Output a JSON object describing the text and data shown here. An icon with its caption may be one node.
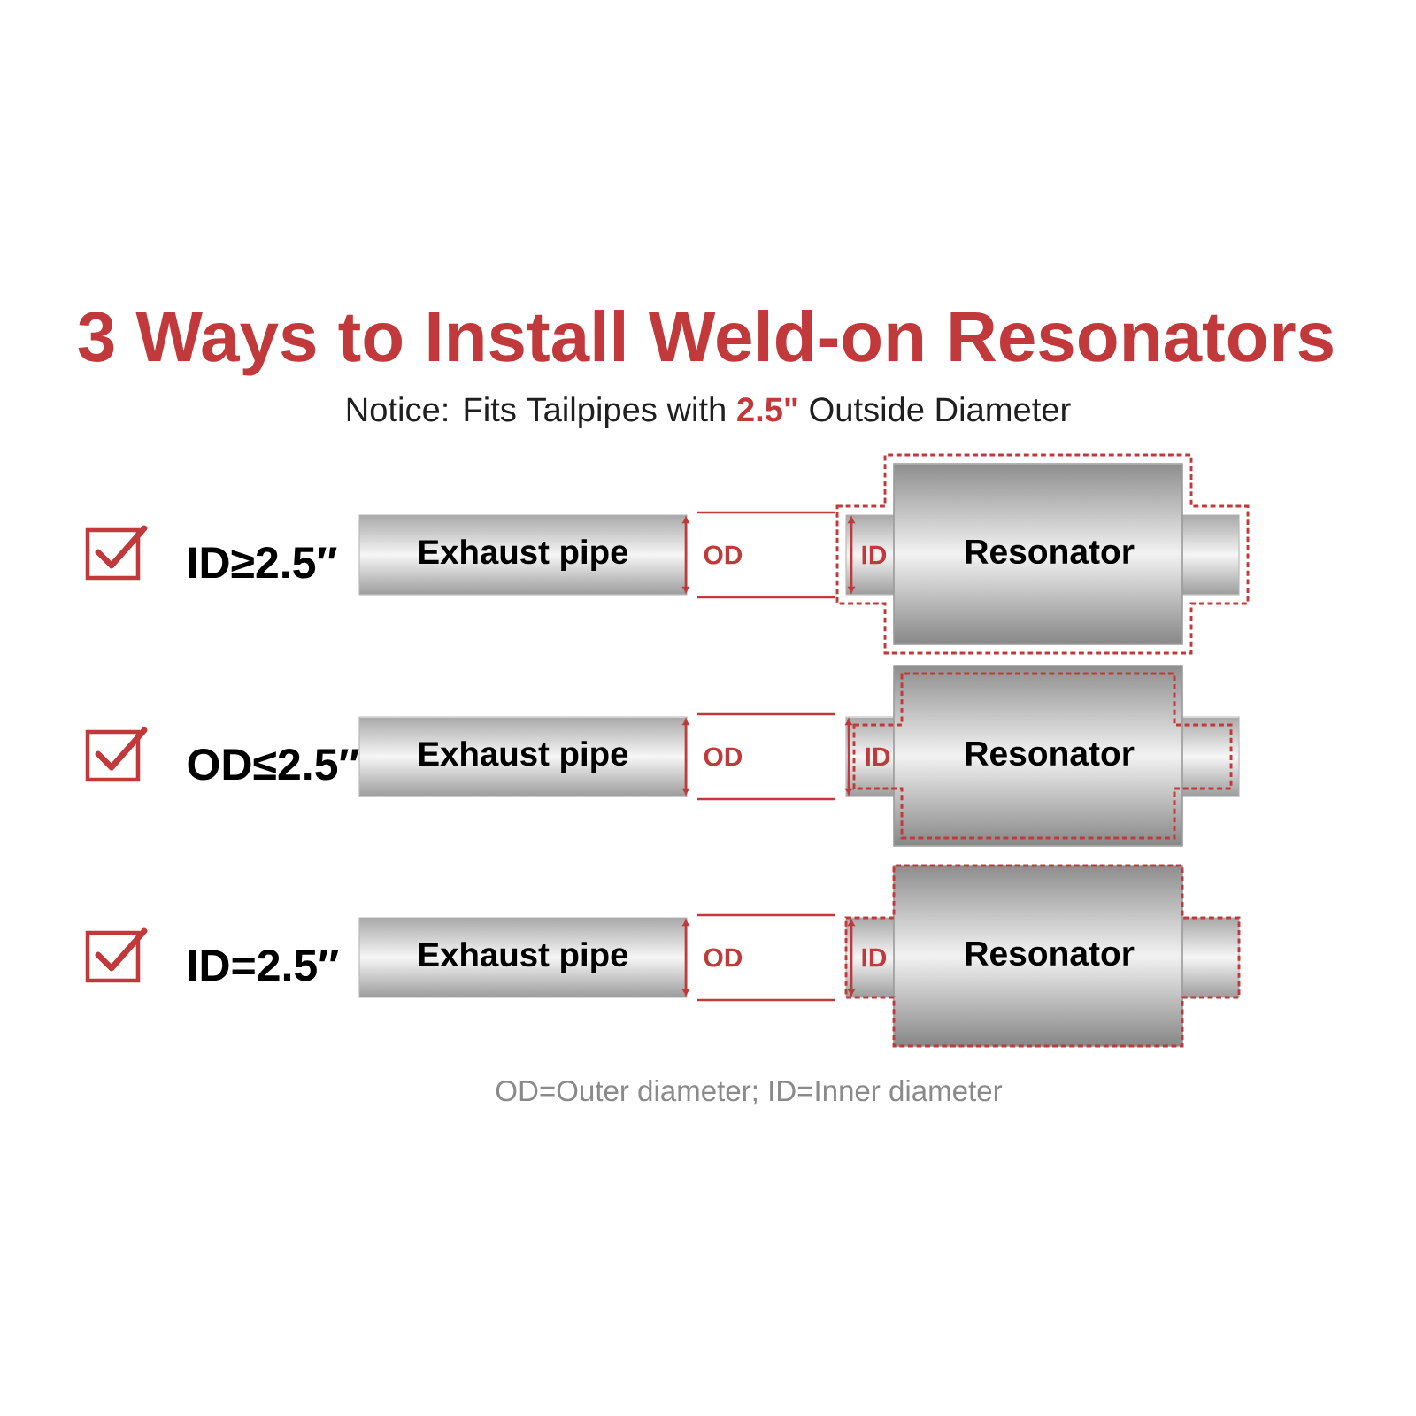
{
  "diagram": {
    "title": "3 Ways to Install Weld-on Resonators",
    "caption": "OD=Outer diameter; ID=Inner diameter",
    "nodes": [
      {
        "text": [
          "Exhaust pipe"
        ]
      },
      {
        "text": [
          "Resonator"
        ]
      },
      {
        "text": [
          "Exhaust pipe"
        ]
      },
      {
        "text": [
          "Resonator"
        ]
      },
      {
        "text": [
          "Exhaust pipe"
        ]
      },
      {
        "text": [
          "Resonator"
        ]
      }
    ],
    "labels": [
      "Notice: Fits Tailpipes with **2.5\"** Outside Diameter",
      "ID≥2.5″",
      "OD",
      "ID",
      "OD≤2.5″",
      "OD",
      "ID",
      "ID=2.5″",
      "OD",
      "ID"
    ]
  }
}
